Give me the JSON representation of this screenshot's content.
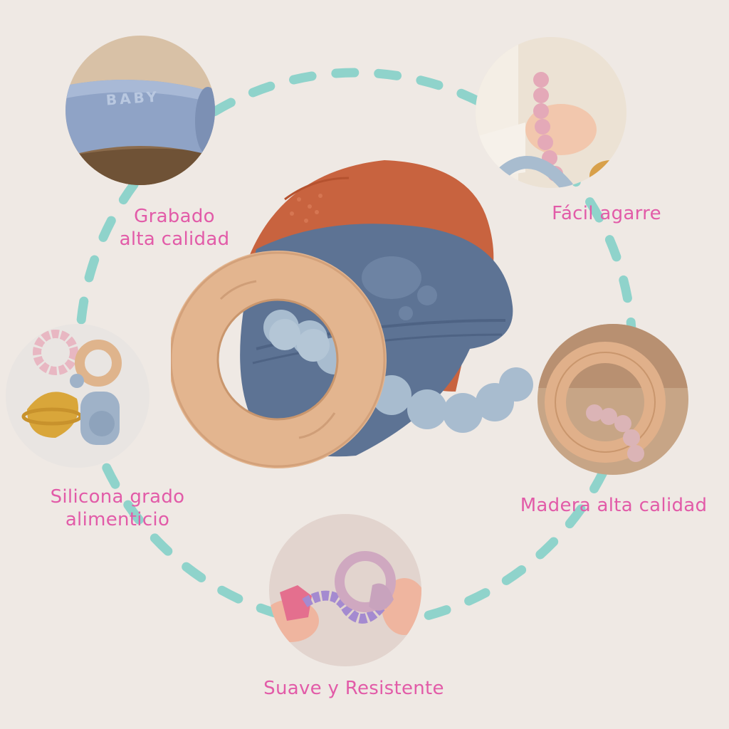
{
  "colors": {
    "background": "#efe9e4",
    "label_pink": "#e25ba8",
    "dash_teal": "#8fd3cb",
    "rust": "#c8633f",
    "slate_blue": "#5d7394",
    "powder_blue": "#a8bccf",
    "wood": "#e3b58f",
    "mustard": "#d9a63a",
    "pink_bead": "#e4a9b8",
    "lilac": "#a48ad0"
  },
  "features": [
    {
      "lines": [
        "Grabado",
        "alta calidad"
      ],
      "photo_icon": "engraved-baby-teether-icon"
    },
    {
      "lines": [
        "Fácil agarre"
      ],
      "photo_icon": "hand-grip-icon"
    },
    {
      "lines": [
        "Silicona grado",
        "alimenticio"
      ],
      "photo_icon": "silicone-teether-set-icon"
    },
    {
      "lines": [
        "Madera alta calidad"
      ],
      "photo_icon": "wooden-ring-icon"
    },
    {
      "lines": [
        "Suave y Resistente"
      ],
      "photo_icon": "stretch-teether-icon"
    }
  ],
  "engraving_text": "BABY",
  "product_icon": "planet-rocket-teether-icon"
}
